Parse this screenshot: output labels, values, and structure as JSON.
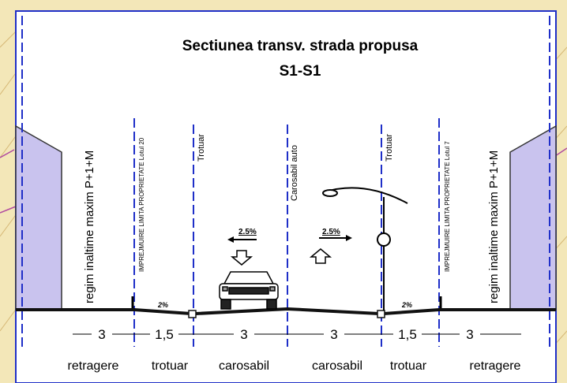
{
  "title": {
    "line1": "Sectiunea transv. strada propusa",
    "line2": "S1-S1"
  },
  "vertical_labels": {
    "left_height": "regim inaltime  maxim P+1+M",
    "right_height": "regim inaltime  maxim P+1+M",
    "left_fence": "IMPREJMUIRE LIMITA PROPRIETATE Lotul 20",
    "right_fence": "IMPREJMUIRE LIMITA PROPRIETATE Lotul 7",
    "left_sidewalk": "Trotuar",
    "right_sidewalk": "Trotuar",
    "centerline": "Carosabil auto"
  },
  "slopes": {
    "left_carriageway": "2.5%",
    "right_carriageway": "2.5%",
    "left_sidewalk": "2%",
    "right_sidewalk": "2%"
  },
  "dimensions": [
    "3",
    "1,5",
    "3",
    "3",
    "1,5",
    "3"
  ],
  "zone_labels": [
    "retragere",
    "trotuar",
    "carosabil",
    "carosabil",
    "trotuar",
    "retragere"
  ],
  "colors": {
    "background": "#f3e7b8",
    "panel": "#ffffff",
    "building_fill": "#c9c3ee",
    "axis_blue": "#1f2fc8",
    "road": "#111111"
  },
  "icons": [
    "car-icon",
    "street-lamp-icon",
    "arrow-up-icon",
    "arrow-down-icon"
  ]
}
